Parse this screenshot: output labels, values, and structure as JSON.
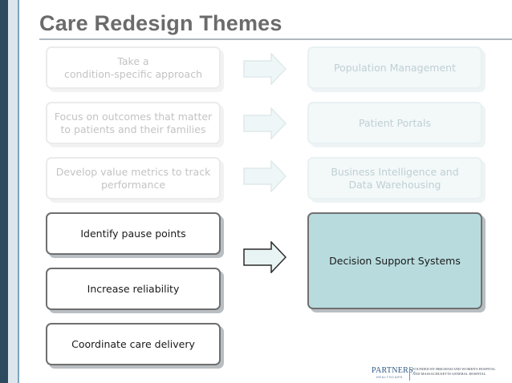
{
  "title": "Care Redesign Themes",
  "left_boxes": [
    {
      "label": "Take a\ncondition-specific approach",
      "state": "faded"
    },
    {
      "label": "Focus on outcomes that matter\nto patients and their families",
      "state": "faded"
    },
    {
      "label": "Develop value metrics to track\nperformance",
      "state": "faded"
    },
    {
      "label": "Identify pause points",
      "state": "active"
    },
    {
      "label": "Increase reliability",
      "state": "active"
    },
    {
      "label": "Coordinate care delivery",
      "state": "active"
    }
  ],
  "right_boxes": [
    {
      "label": "Population Management",
      "state": "faded"
    },
    {
      "label": "Patient Portals",
      "state": "faded"
    },
    {
      "label": "Business Intelligence and\nData Warehousing",
      "state": "faded"
    },
    {
      "label": "Decision Support Systems",
      "state": "active"
    }
  ],
  "logo": {
    "name": "PARTNERS.",
    "sub": "HEALTHCARE",
    "tagline": "FOUNDED BY BRIGHAM AND WOMEN'S HOSPITAL\nAND MASSACHUSETTS GENERAL HOSPITAL"
  },
  "colors": {
    "sidebar": "#2d4a5f",
    "title": "#6b6b6b",
    "active_right_fill": "#b8dcde",
    "arrow_fill": "#e8f3f4",
    "logo": "#2f5a86"
  }
}
